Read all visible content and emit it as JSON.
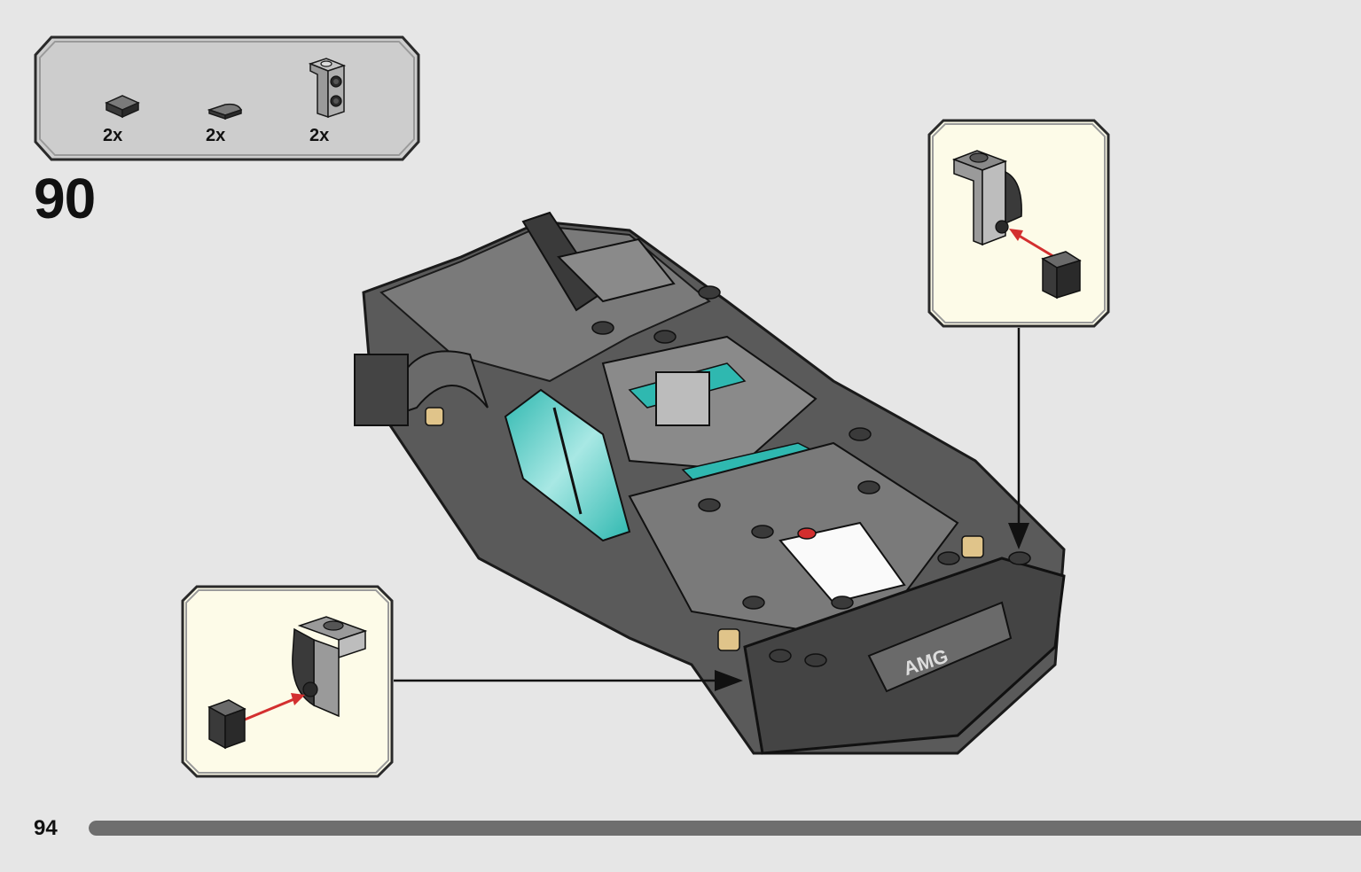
{
  "parts_list": [
    {
      "name": "plate-1x1-dark-gray",
      "qty": "2x"
    },
    {
      "name": "tile-1x1-quarter-round-dark-gray",
      "qty": "2x"
    },
    {
      "name": "bracket-1x1-2x1-inverted-gray",
      "qty": "2x"
    }
  ],
  "step_number": "90",
  "page_number": "94",
  "progress_fraction": 1.0,
  "grille_badge": "AMG",
  "colors": {
    "page_background": "#e6e6e6",
    "parts_panel": "#cdcdcd",
    "detail_panel": "#fdfbe8",
    "arrow_red": "#d32f2f",
    "teal_accent": "#2fb8b0",
    "brick_dark_gray": "#5a5a5a",
    "brick_light_gray": "#a9a9a9",
    "progress_bar": "#6e6e6e"
  },
  "icons": [
    "arrow-down-icon",
    "arrow-right-icon",
    "red-assembly-arrow-icon"
  ]
}
